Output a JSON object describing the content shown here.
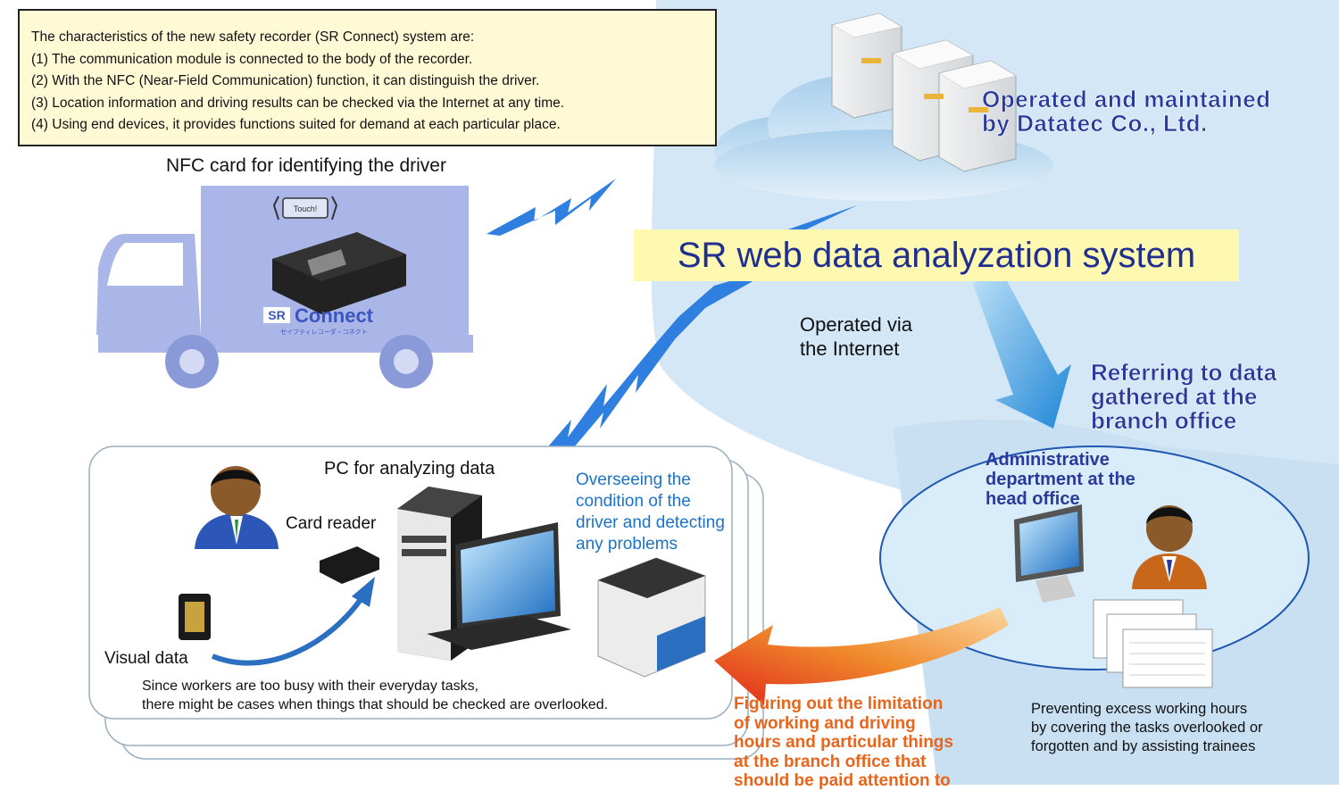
{
  "info_box": {
    "lines": [
      "The characteristics of the new safety recorder (SR Connect) system are:",
      "(1) The communication module is connected to the body of the recorder.",
      "(2) With the NFC (Near-Field Communication) function, it can distinguish the driver.",
      "(3) Location information and driving results can be checked via the Internet at any time.",
      "(4) Using end devices, it provides functions suited for demand at each particular place."
    ]
  },
  "truck": {
    "nfc_label": "NFC card for identifying the driver",
    "touch_label": "Touch!",
    "brand_sr": "SR",
    "brand_connect": "Connect",
    "brand_sub": "セイフティレコーダ・コネクト"
  },
  "server": {
    "operator_line1": "Operated and maintained",
    "operator_line2": "by Datatec Co., Ltd."
  },
  "system_title": "SR web data analyzation system",
  "internet": {
    "line1": "Operated via",
    "line2": "the Internet"
  },
  "head_office": {
    "referring_line1": "Referring to data",
    "referring_line2": "gathered at the",
    "referring_line3": "branch office",
    "admin_line1": "Administrative",
    "admin_line2": "department at the",
    "admin_line3": "head office",
    "preventing_line1": "Preventing excess working hours",
    "preventing_line2": "by covering the tasks overlooked or",
    "preventing_line3": "forgotten and by assisting trainees"
  },
  "branch": {
    "pc_label": "PC for analyzing data",
    "card_reader_label": "Card reader",
    "overseeing_line1": "Overseeing the",
    "overseeing_line2": "condition of the",
    "overseeing_line3": "driver and detecting",
    "overseeing_line4": "any problems",
    "visual_label": "Visual data",
    "since_line1": "Since workers are too busy with their everyday tasks,",
    "since_line2": "there might be cases when things that should be checked are overlooked."
  },
  "figuring": {
    "line1": "Figuring out the limitation",
    "line2": "of working and driving",
    "line3": "hours and particular things",
    "line4": "at the branch office that",
    "line5": "should be paid attention to"
  },
  "colors": {
    "cloud_blue": "#cfe3f4",
    "title_navy": "#2a3a9c",
    "highlight_yellow": "#fff8b0",
    "arrow_blue": "#2a8fd8",
    "arrow_orange": "#e8521a",
    "truck_blue": "#a9b5e6"
  }
}
